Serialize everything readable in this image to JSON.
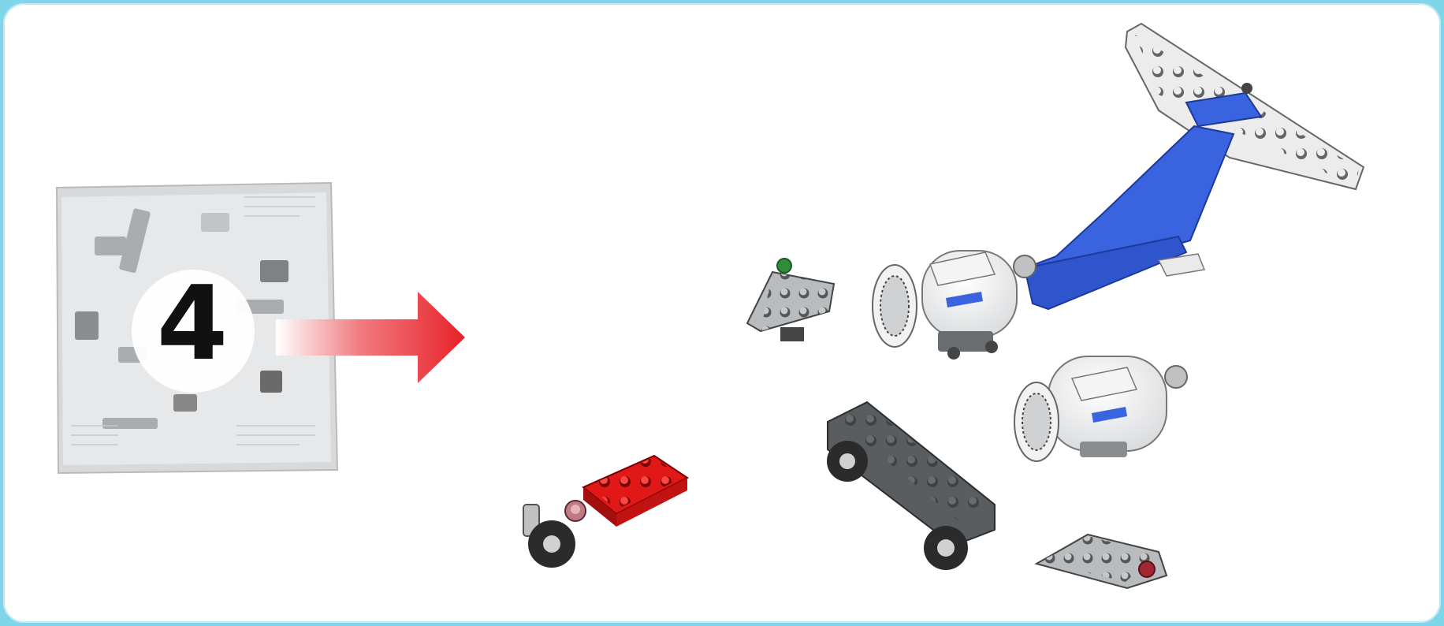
{
  "step": {
    "bag_number": "4"
  },
  "colors": {
    "border": "#7fd6ea",
    "background": "#ffffff",
    "arrow": "#e8222a",
    "blue_parts": "#3a63e0",
    "red_plate": "#e01818",
    "dark_grey": "#5a5d5f",
    "light_grey": "#b9bcbe"
  },
  "parts": [
    {
      "name": "parts-bag",
      "icon": "polybag-icon"
    },
    {
      "name": "tail-fin",
      "icon": "blue-tail-fin-icon"
    },
    {
      "name": "horizontal-stabilizer",
      "icon": "white-wing-plate-icon"
    },
    {
      "name": "engine-upper",
      "icon": "jet-engine-icon"
    },
    {
      "name": "engine-lower",
      "icon": "jet-engine-icon"
    },
    {
      "name": "wedge-plate-left",
      "icon": "grey-wedge-plate-icon"
    },
    {
      "name": "wedge-plate-right",
      "icon": "grey-wedge-plate-icon"
    },
    {
      "name": "wheel-plate",
      "icon": "dark-plate-with-wheels-icon"
    },
    {
      "name": "red-plate",
      "icon": "red-2x4-plate-icon"
    },
    {
      "name": "nose-wheel",
      "icon": "nose-gear-icon"
    }
  ]
}
